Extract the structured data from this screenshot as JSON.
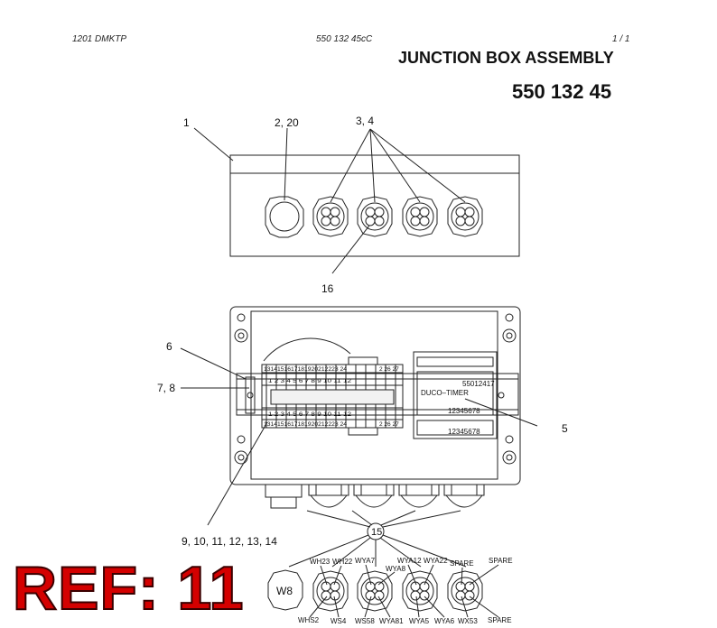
{
  "header": {
    "drawing_code": "1201 DMKTP",
    "doc_number": "550 132 45cC",
    "page": "1 /  1"
  },
  "title": {
    "name": "JUNCTION BOX ASSEMBLY",
    "part_number": "550 132 45"
  },
  "callouts": {
    "c1": "1",
    "c2": "2, 20",
    "c3": "3, 4",
    "c16": "16",
    "c6": "6",
    "c78": "7, 8",
    "c5": "5",
    "c9": "9, 10, 11, 12, 13, 14",
    "c15": "15"
  },
  "timer": {
    "label": "DUCO–TIMER",
    "part": "55012417",
    "pins": "12345678",
    "pins_bottom": "12345678"
  },
  "terminals": {
    "top_row": "1314151617181920212223 24",
    "mid_row": "1 2 3 4 5 6 7 8 9 10 11 12",
    "low_row": "1 2 3 4 5 6 7 8 9 10 11 12",
    "bottom_row": "1314151617181920212223 24",
    "extra_top": "2 26 27",
    "extra_bottom": "2 26 27"
  },
  "glands": {
    "w8": "W8",
    "top_labels": [
      "WH23",
      "WH22",
      "WYA7",
      "WYA8",
      "WYA12",
      "WYA22",
      "SPARE",
      "SPARE"
    ],
    "bottom_labels": [
      "WHS2",
      "WS4",
      "WS58",
      "WYA81",
      "WYA5",
      "WYA6",
      "WX53",
      "SPARE"
    ]
  },
  "ref": "REF: 11"
}
